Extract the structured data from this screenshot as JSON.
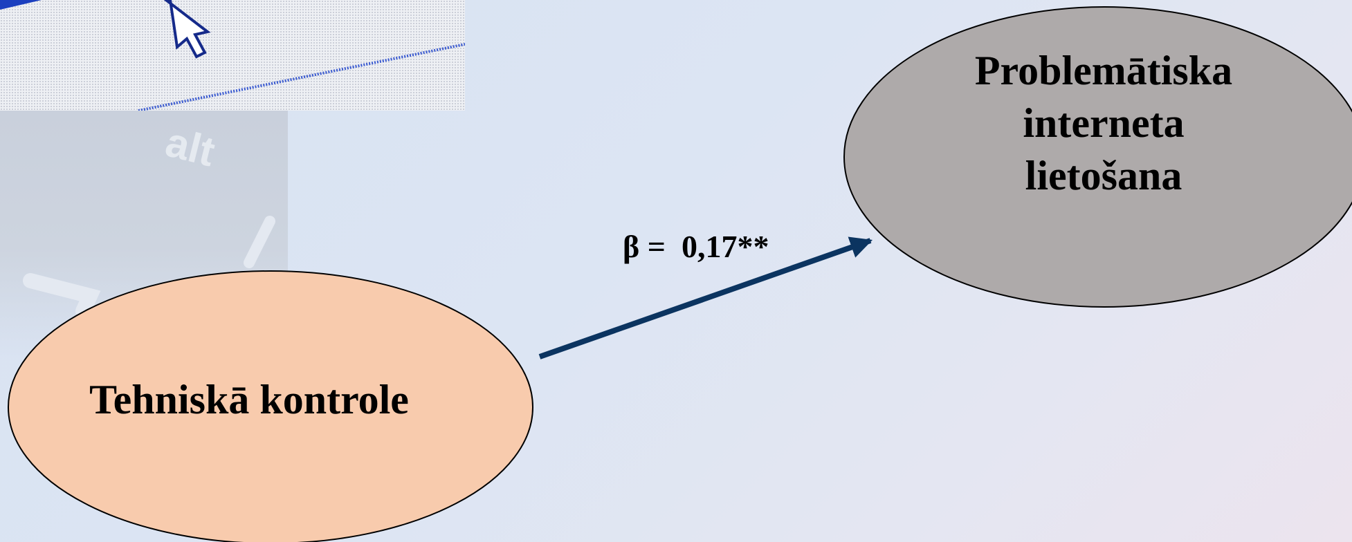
{
  "background": {
    "key_text": "alt"
  },
  "diagram": {
    "source_node": {
      "label": "Tehniskā kontrole",
      "fill": "#f8cbad"
    },
    "target_node": {
      "label_lines": [
        "Problemātiska",
        "interneta",
        "lietošana"
      ],
      "fill": "#aeaaaa"
    },
    "edge": {
      "label": "β =  0,17**",
      "color": "#0b3460"
    }
  }
}
